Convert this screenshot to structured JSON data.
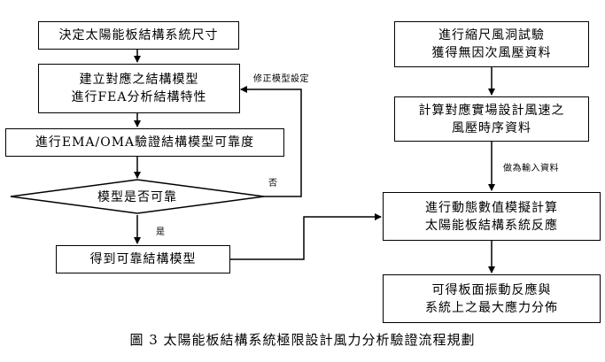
{
  "left": {
    "step1": "決定太陽能板結構系統尺寸",
    "step2_line1": "建立對應之結構模型",
    "step2_line2": "進行FEA分析結構特性",
    "step3": "進行EMA/OMA驗證結構模型可靠度",
    "decision": "模型是否可靠",
    "step5": "得到可靠結構模型"
  },
  "right": {
    "step1_line1": "進行縮尺風洞試驗",
    "step1_line2": "獲得無因次風壓資料",
    "step2_line1": "計算對應實場設計風速之",
    "step2_line2": "風壓時序資料",
    "step3_line1": "進行動態數值模擬計算",
    "step3_line2": "太陽能板結構系統反應",
    "step4_line1": "可得板面振動反應與",
    "step4_line2": "系統上之最大應力分佈"
  },
  "labels": {
    "modify": "修正模型設定",
    "no": "否",
    "yes": "是",
    "as_input": "做為輸入資料"
  },
  "caption": "圖 3  太陽能板結構系統極限設計風力分析驗證流程規劃"
}
